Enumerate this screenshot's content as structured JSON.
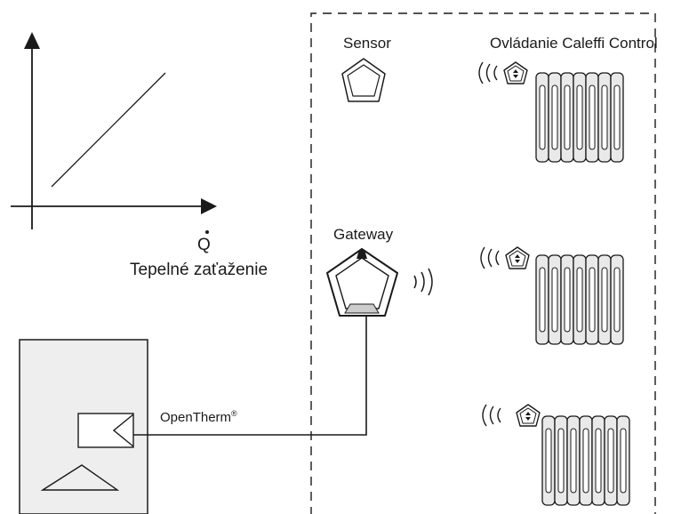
{
  "graph": {
    "x_axis_symbol": "Q",
    "x_axis_label": "Tepelné zaťaženie"
  },
  "devices": {
    "sensor_label": "Sensor",
    "gateway_label": "Gateway",
    "control_label": "Ovládanie Caleffi Control"
  },
  "connection": {
    "protocol_label": "OpenTherm",
    "registered_mark": "®"
  },
  "colors": {
    "line": "#1a1a1a",
    "boiler_fill": "#eeeeee",
    "radiator_fill": "#e9e9e9"
  }
}
